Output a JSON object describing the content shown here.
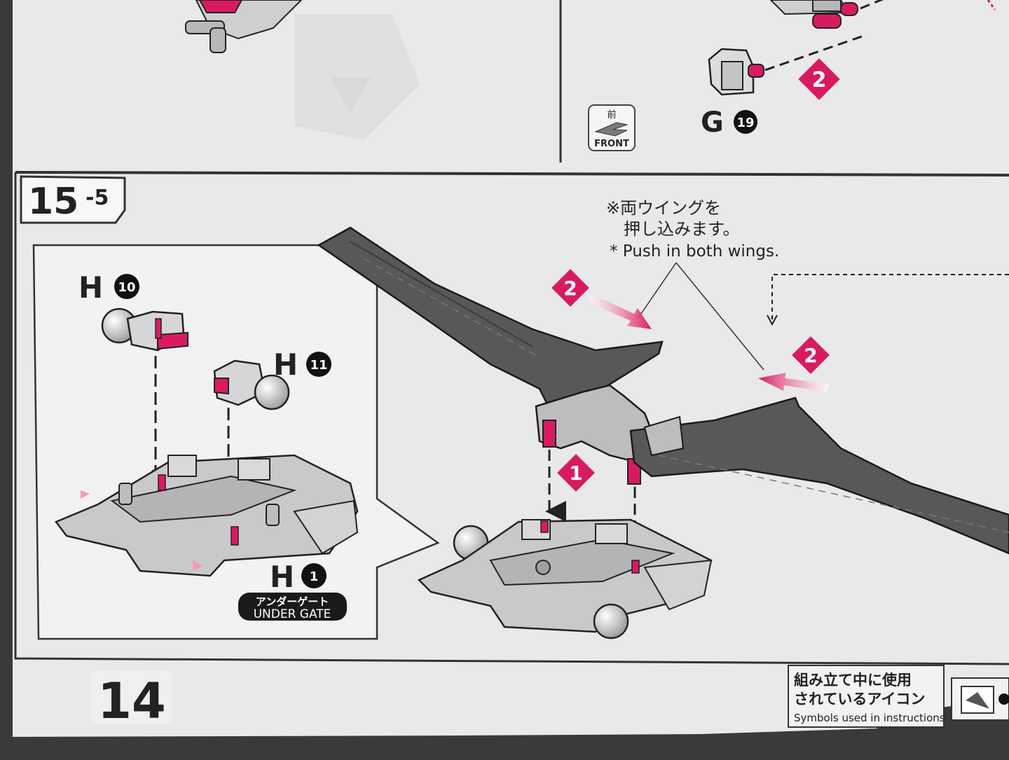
{
  "step": {
    "major": "15",
    "minor": "-5"
  },
  "front_icon": {
    "jp": "前",
    "en": "FRONT"
  },
  "parts": {
    "g19": {
      "letter": "G",
      "number": "19"
    },
    "h10": {
      "letter": "H",
      "number": "10"
    },
    "h11": {
      "letter": "H",
      "number": "11"
    },
    "h1": {
      "letter": "H",
      "number": "1"
    }
  },
  "under_gate": {
    "jp": "アンダーゲート",
    "en": "UNDER GATE"
  },
  "note": {
    "jp_line1": "※両ウイングを",
    "jp_line2": "押し込みます。",
    "en": "* Push in both wings."
  },
  "order_markers": {
    "first": "1",
    "second": "2"
  },
  "page_number": "14",
  "icon_legend": {
    "jp_line1": "組み立て中に使用",
    "jp_line2": "されているアイコン",
    "en": "Symbols used in instructions"
  },
  "colors": {
    "accent_pink": "#d81b60",
    "wing_dark": "#58585a",
    "part_gray": "#c8c8ca",
    "paper": "#ededed",
    "page_border": "#3b3b3d"
  }
}
